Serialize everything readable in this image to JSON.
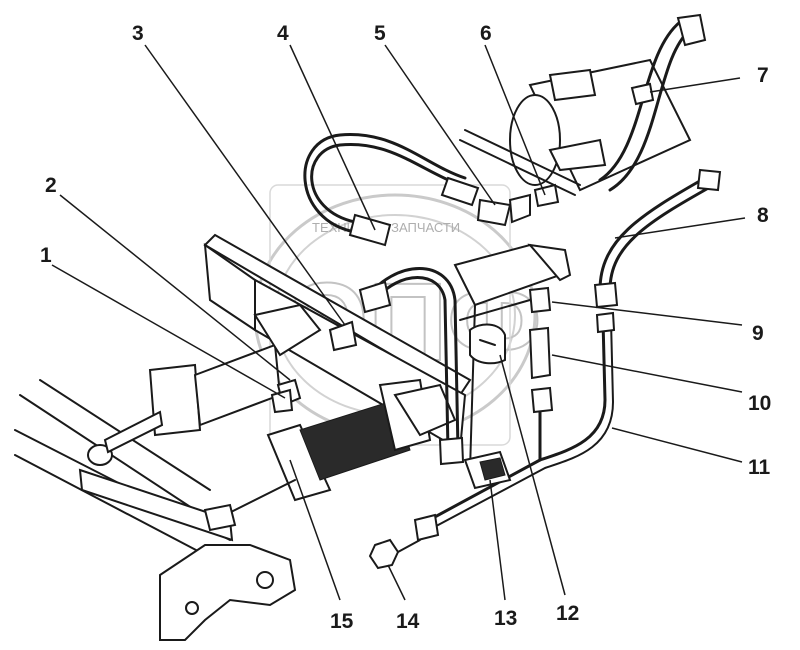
{
  "watermark": {
    "text": "ТЕХНИКА ⚙ ЗАПЧАСТИ",
    "logo_letters": "ЭПФ"
  },
  "callouts": [
    {
      "id": "callout-1",
      "label": "1"
    },
    {
      "id": "callout-2",
      "label": "2"
    },
    {
      "id": "callout-3",
      "label": "3"
    },
    {
      "id": "callout-4",
      "label": "4"
    },
    {
      "id": "callout-5",
      "label": "5"
    },
    {
      "id": "callout-6",
      "label": "6"
    },
    {
      "id": "callout-7",
      "label": "7"
    },
    {
      "id": "callout-8",
      "label": "8"
    },
    {
      "id": "callout-9",
      "label": "9"
    },
    {
      "id": "callout-10",
      "label": "10"
    },
    {
      "id": "callout-11",
      "label": "11"
    },
    {
      "id": "callout-12",
      "label": "12"
    },
    {
      "id": "callout-13",
      "label": "13"
    },
    {
      "id": "callout-14",
      "label": "14"
    },
    {
      "id": "callout-15",
      "label": "15"
    }
  ]
}
